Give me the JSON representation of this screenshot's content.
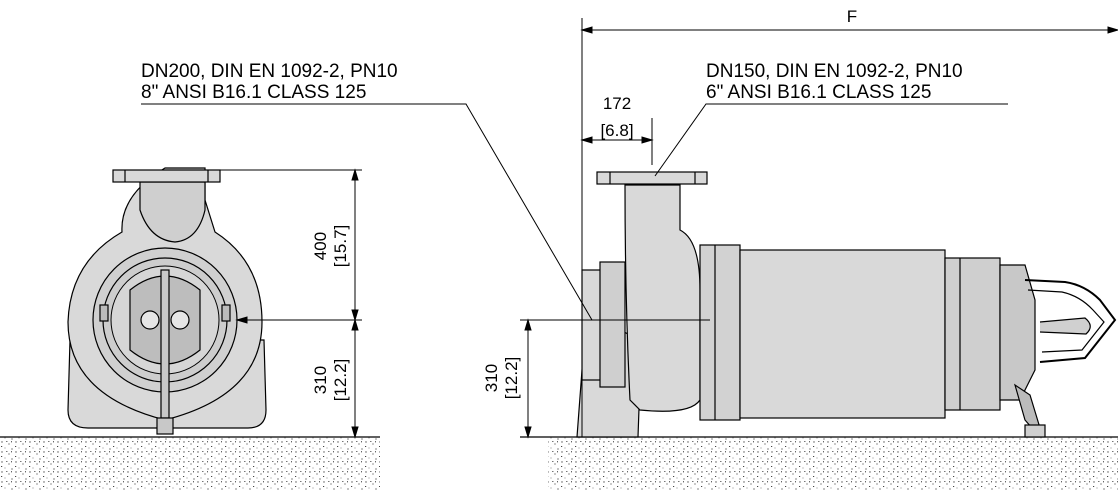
{
  "labels": {
    "inlet_flange_line1": "DN200, DIN EN 1092-2, PN10",
    "inlet_flange_line2": "8\" ANSI B16.1 CLASS 125",
    "outlet_flange_line1": "DN150, DIN EN 1092-2, PN10",
    "outlet_flange_line2": "6\" ANSI B16.1 CLASS 125"
  },
  "dimensions": {
    "overall_length": "F",
    "outlet_offset_mm": "172",
    "outlet_offset_in": "6.8",
    "outlet_height_mm": "400",
    "outlet_height_in": "15.7",
    "shaft_height_front_mm": "310",
    "shaft_height_front_in": "12.2",
    "shaft_height_side_mm": "310",
    "shaft_height_side_in": "12.2"
  },
  "colors": {
    "line": "#000000",
    "body_fill": "#d9d9d9",
    "body_dark": "#c4c4c4",
    "background": "#ffffff"
  }
}
